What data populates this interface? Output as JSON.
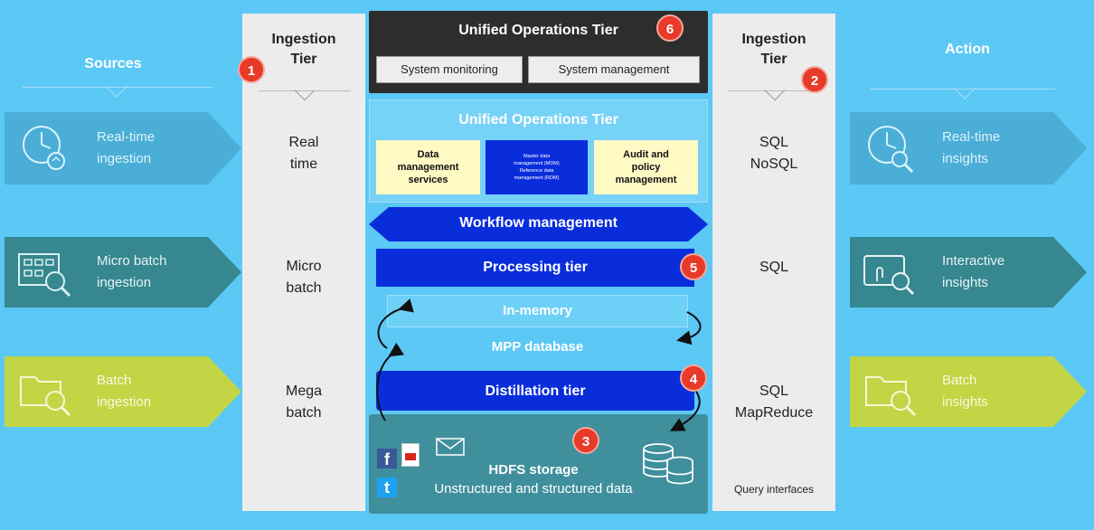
{
  "sources": {
    "heading": "Sources",
    "items": [
      {
        "label": "Real-time\ningestion",
        "color": "#4aaed6"
      },
      {
        "label": "Micro batch\ningestion",
        "color": "#36878f"
      },
      {
        "label": "Batch\ningestion",
        "color": "#c2d645"
      }
    ]
  },
  "action": {
    "heading": "Action",
    "items": [
      {
        "label": "Real-time\ninsights",
        "color": "#4aaed6"
      },
      {
        "label": "Interactive\ninsights",
        "color": "#36878f"
      },
      {
        "label": "Batch\ninsights",
        "color": "#c2d645"
      }
    ]
  },
  "ingestion_left": {
    "title": "Ingestion\nTier",
    "rows": [
      "Real\ntime",
      "Micro\nbatch",
      "Mega\nbatch"
    ]
  },
  "ingestion_right": {
    "title": "Ingestion\nTier",
    "rows": [
      "SQL\nNoSQL",
      "SQL",
      "SQL\nMapReduce"
    ],
    "footer": "Query interfaces"
  },
  "ops_top": {
    "title": "Unified Operations Tier",
    "monitoring": "System monitoring",
    "management": "System management"
  },
  "unified": {
    "title": "Unified Operations Tier",
    "data_mgmt": "Data\nmanagement\nservices",
    "master_data": "Master data\nmanagement (MDM)\nReference data\nmanagement (RDM)",
    "audit": "Audit and\npolicy\nmanagement"
  },
  "workflow": "Workflow management",
  "processing": "Processing tier",
  "in_memory": "In-memory",
  "mpp": "MPP database",
  "distillation": "Distillation tier",
  "hdfs": {
    "title": "HDFS storage",
    "subtitle": "Unstructured and structured data"
  },
  "badges": [
    "1",
    "2",
    "3",
    "4",
    "5",
    "6"
  ],
  "colors": {
    "background": "#5bc8f5",
    "tier_blue": "#0a2ddb",
    "badge_red": "#e83a28",
    "hdfs_teal": "#3f8f9c"
  }
}
